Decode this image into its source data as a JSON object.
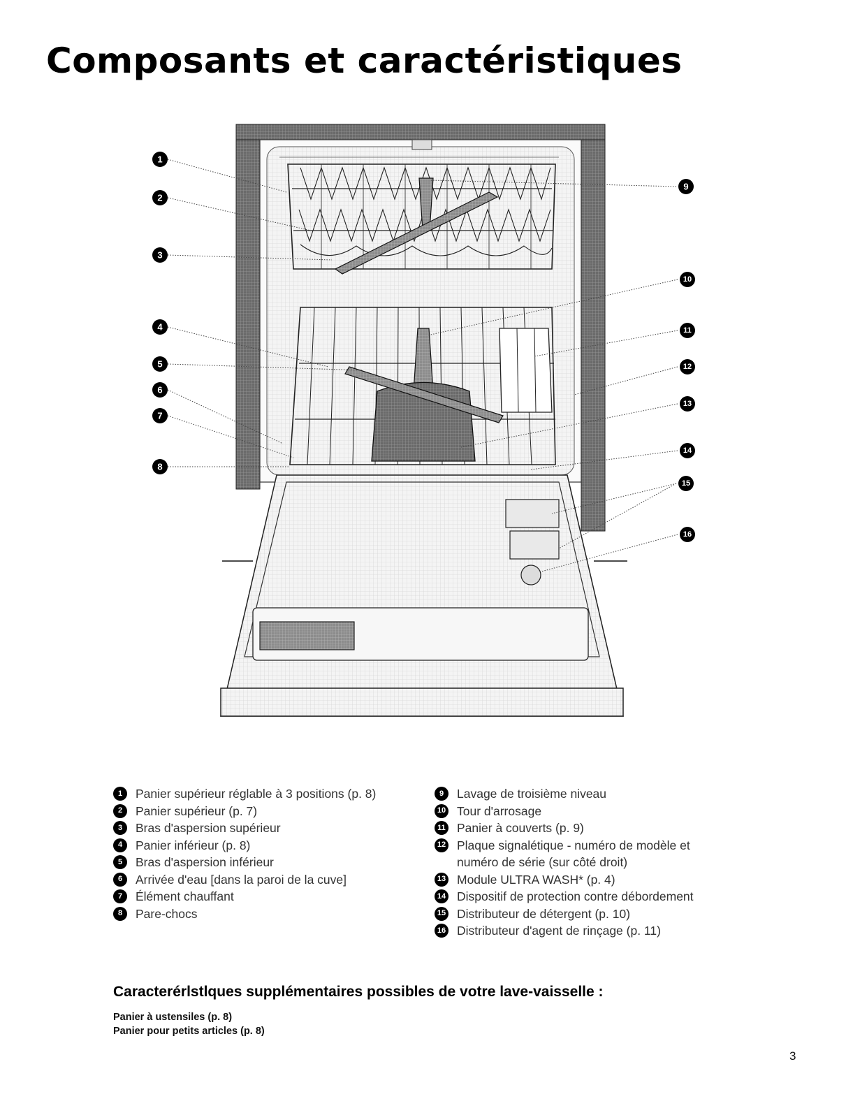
{
  "title": "Composants et caractéristiques",
  "legend_left": [
    {
      "num": "1",
      "text": "Panier supérieur réglable à 3 positions (p. 8)"
    },
    {
      "num": "2",
      "text": "Panier supérieur (p. 7)"
    },
    {
      "num": "3",
      "text": "Bras d'aspersion supérieur"
    },
    {
      "num": "4",
      "text": "Panier inférieur (p. 8)"
    },
    {
      "num": "5",
      "text": "Bras d'aspersion inférieur"
    },
    {
      "num": "6",
      "text": "Arrivée d'eau [dans la paroi de la cuve]"
    },
    {
      "num": "7",
      "text": "Élément chauffant"
    },
    {
      "num": "8",
      "text": "Pare-chocs"
    }
  ],
  "legend_right": [
    {
      "num": "9",
      "text": "Lavage de troisième niveau"
    },
    {
      "num": "10",
      "text": "Tour d'arrosage"
    },
    {
      "num": "11",
      "text": "Panier à couverts (p. 9)"
    },
    {
      "num": "12",
      "text": "Plaque signalétique - numéro de modèle et",
      "text2": "numéro de série (sur côté droit)"
    },
    {
      "num": "13",
      "text": "Module ULTRA WASH* (p. 4)"
    },
    {
      "num": "14",
      "text": "Dispositif de protection contre débordement"
    },
    {
      "num": "15",
      "text": "Distributeur de détergent (p. 10)"
    },
    {
      "num": "16",
      "text": "Distributeur d'agent de rinçage (p. 11)"
    }
  ],
  "extras": {
    "title": "Caracterérlstlques supplémentaires possibles de votre lave-vaisselle :",
    "items": [
      "Panier à ustensiles (p. 8)",
      "Panier pour petits articles (p. 8)"
    ]
  },
  "page_number": "3",
  "callouts": {
    "left": [
      "1",
      "2",
      "3",
      "4",
      "5",
      "6",
      "7",
      "8"
    ],
    "right": [
      "9",
      "10",
      "11",
      "12",
      "13",
      "14",
      "15",
      "16"
    ]
  }
}
